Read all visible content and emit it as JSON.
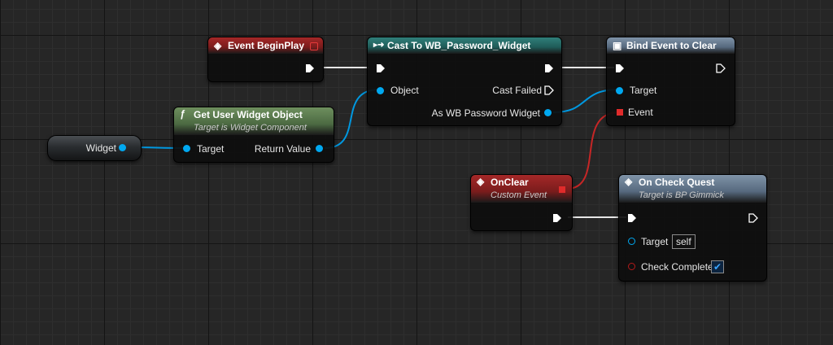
{
  "nodes": {
    "event_begin_play": {
      "title": "Event BeginPlay"
    },
    "get_user_widget_object": {
      "title": "Get User Widget Object",
      "subtitle": "Target is Widget Component",
      "target_label": "Target",
      "return_label": "Return Value"
    },
    "cast_to": {
      "title": "Cast To WB_Password_Widget",
      "object_label": "Object",
      "cast_failed_label": "Cast Failed",
      "as_label": "As WB Password Widget"
    },
    "bind_event": {
      "title": "Bind Event to Clear",
      "target_label": "Target",
      "event_label": "Event"
    },
    "on_clear": {
      "title": "OnClear",
      "subtitle": "Custom Event"
    },
    "on_check_quest": {
      "title": "On Check Quest",
      "subtitle": "Target is BP Gimmick",
      "target_label": "Target",
      "target_value": "self",
      "check_complete_label": "Check Complete",
      "check_complete_value": true
    }
  },
  "variables": {
    "widget": {
      "label": "Widget"
    }
  },
  "colors": {
    "exec_wire": "#e6e6e6",
    "object_wire": "#0098e0",
    "delegate_wire": "#c62626",
    "event_header": "#a52828",
    "pure_header": "#6e8f5e",
    "cast_header": "#2f7f7a",
    "function_header": "#7f93a8"
  }
}
